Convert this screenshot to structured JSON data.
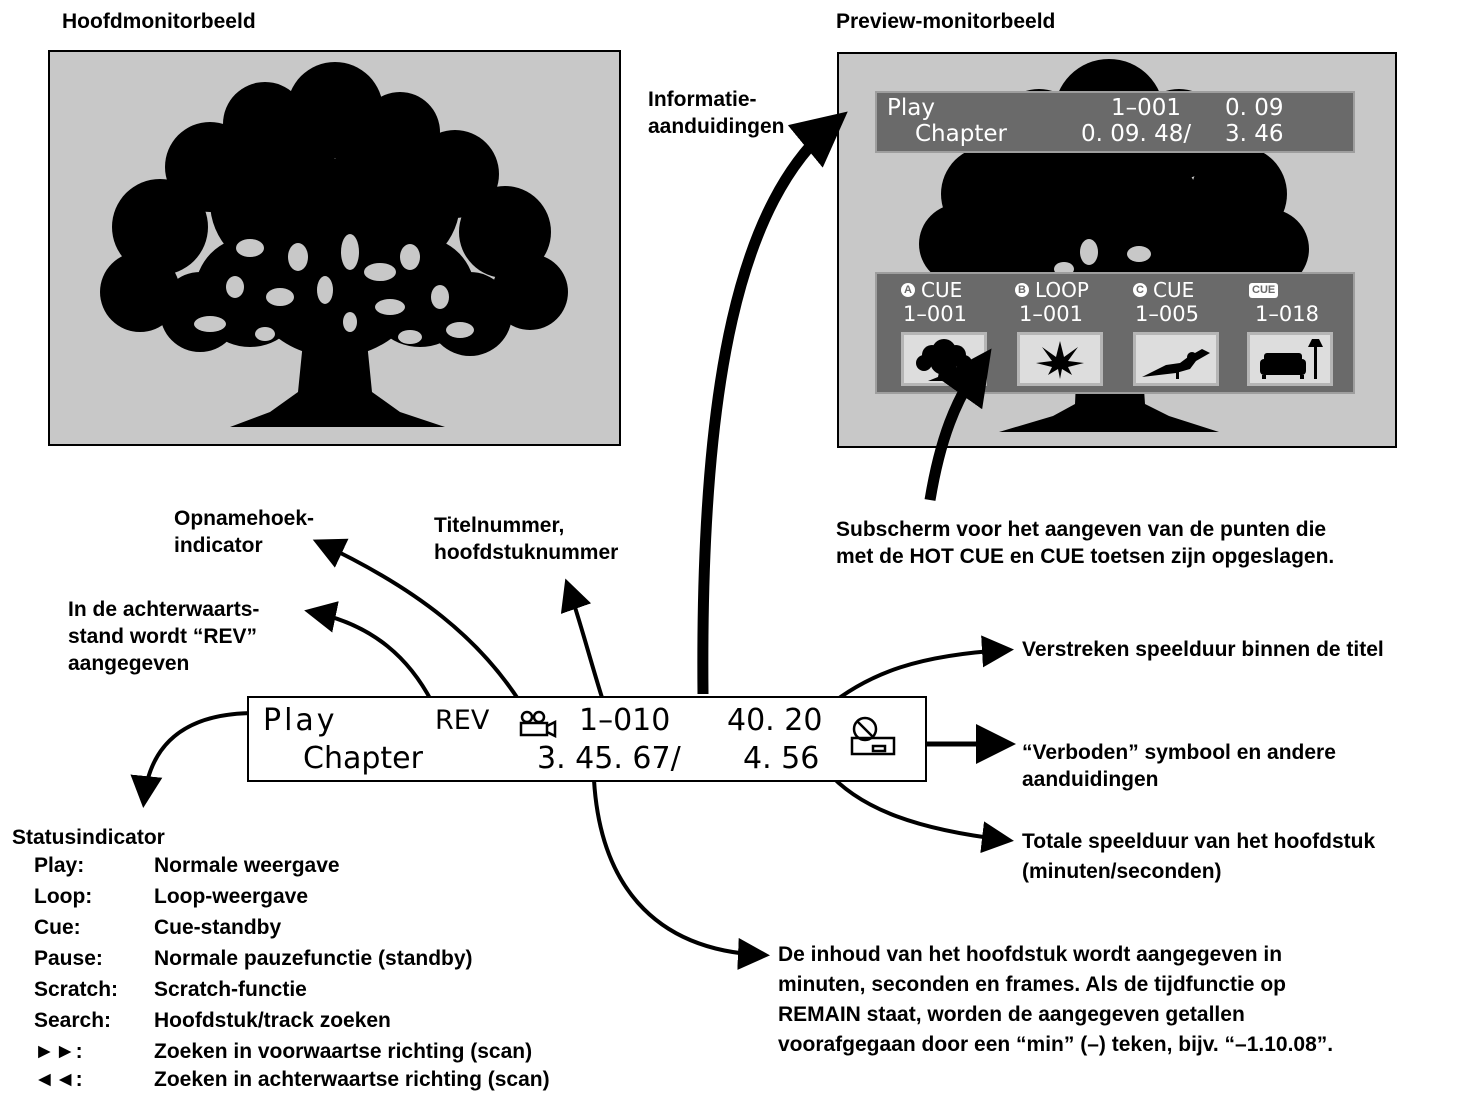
{
  "main_monitor": {
    "title": "Hoofdmonitorbeeld"
  },
  "preview_monitor": {
    "title": "Preview-monitorbeeld",
    "info_bar": {
      "line1_status": "Play",
      "line1_title_chapter": "1–001",
      "line1_time": "0. 09",
      "line2_label": "Chapter",
      "line2_chapter_time": "0. 09. 48/",
      "line2_total": "3. 46"
    },
    "cue_slots": [
      {
        "badge": "A",
        "mode": "CUE",
        "number": "1–001",
        "thumb": "tree-icon"
      },
      {
        "badge": "B",
        "mode": "LOOP",
        "number": "1–001",
        "thumb": "leaf-icon"
      },
      {
        "badge": "C",
        "mode": "CUE",
        "number": "1–005",
        "thumb": "toucan-icon"
      },
      {
        "badge": "CUE",
        "mode": "",
        "number": "1–018",
        "thumb": "sofa-icon"
      }
    ]
  },
  "labels": {
    "info": [
      "Informatie-",
      "aanduidingen"
    ],
    "angle": [
      "Opnamehoek-",
      "indicator"
    ],
    "title_chapter": [
      "Titelnummer,",
      "hoofdstuknummer"
    ],
    "rev": [
      "In de achterwaarts-",
      "stand wordt “REV”",
      "aangegeven"
    ],
    "subscreen": [
      "Subscherm voor het aangeven van de punten die",
      "met de HOT CUE en CUE toetsen zijn opgeslagen."
    ],
    "elapsed": "Verstreken speelduur binnen de titel",
    "prohibited": [
      "“Verboden” symbool en andere",
      "aanduidingen"
    ],
    "total": [
      "Totale speelduur van het hoofdstuk",
      "(minuten/seconden)"
    ],
    "chapter_content": [
      "De inhoud van het hoofdstuk wordt aangegeven in",
      "minuten, seconden en frames. Als de tijdfunctie op",
      "REMAIN staat, worden de aangegeven getallen",
      "voorafgegaan door een “min” (–) teken, bijv. “–1.10.08”."
    ]
  },
  "display": {
    "status": "Play",
    "rev": "REV",
    "title_chapter": "1–010",
    "elapsed": "40. 20",
    "chapter_label": "Chapter",
    "chapter_time": "3. 45. 67/",
    "total": "4. 56"
  },
  "status_indicator": {
    "title": "Statusindicator",
    "items": [
      {
        "key": "Play:",
        "desc": "Normale weergave"
      },
      {
        "key": "Loop:",
        "desc": "Loop-weergave"
      },
      {
        "key": "Cue:",
        "desc": "Cue-standby"
      },
      {
        "key": "Pause:",
        "desc": "Normale pauzefunctie (standby)"
      },
      {
        "key": "Scratch:",
        "desc": "Scratch-functie"
      },
      {
        "key": "Search:",
        "desc": "Hoofdstuk/track zoeken"
      },
      {
        "key": "►►:",
        "desc": "Zoeken in voorwaartse richting (scan)"
      },
      {
        "key": "◄◄:",
        "desc": "Zoeken in achterwaartse richting (scan)"
      }
    ]
  }
}
